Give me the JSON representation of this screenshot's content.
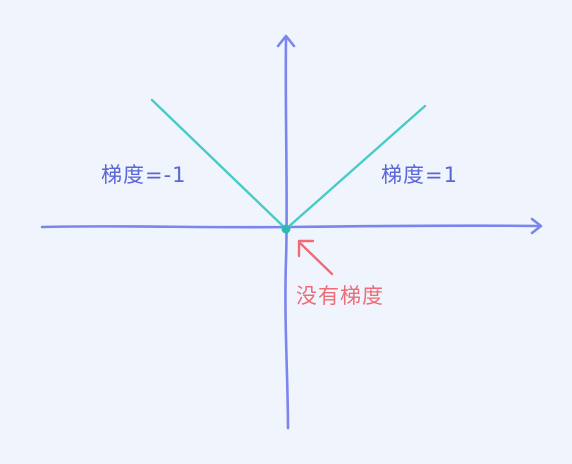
{
  "labels": {
    "left_gradient": "梯度=-1",
    "right_gradient": "梯度=1",
    "no_gradient": "没有梯度"
  },
  "colors": {
    "background": "#f0f5fd",
    "axis": "#7b85ee",
    "function_line": "#48cbc7",
    "origin_point": "#2cb8b4",
    "annotation": "#ee6b78",
    "label_text": "#5a65d8"
  }
}
